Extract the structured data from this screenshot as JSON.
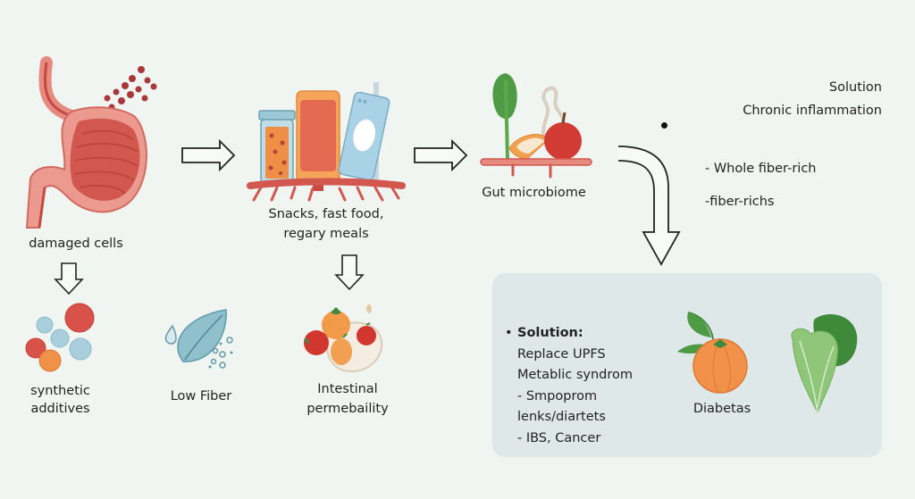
{
  "diagram": {
    "nodes": {
      "damaged_cells": {
        "label": "damaged cells",
        "icon": "stomach-icon"
      },
      "snacks": {
        "label_line1": "Snacks, fast food,",
        "label_line2": "regary meals",
        "icon": "processed-food-icon"
      },
      "gut_microbiome": {
        "label": "Gut microbiome",
        "icon": "fresh-food-icon"
      },
      "synthetic_additives": {
        "label_line1": "synthetic",
        "label_line2": "additives",
        "icon": "molecules-icon"
      },
      "low_fiber": {
        "label": "Low Fiber",
        "icon": "leaf-drop-icon"
      },
      "intestinal_permeability": {
        "label_line1": "Intestinal",
        "label_line2": "permebaility",
        "icon": "tomatoes-icon"
      }
    },
    "right_notes": {
      "solution": "Solution",
      "chronic_inflammation": "Chronic inflammation",
      "whole_fiber": "- Whole fiber-rich",
      "fiber_richs": "-fiber-richs"
    },
    "solution_panel": {
      "heading": "Solution:",
      "lines": [
        "Replace UPFS",
        "Metablic syndrom",
        "- Smpoprom",
        "lenks/diartets",
        "- IBS, Cancer"
      ],
      "fruit_label": "Diabetas",
      "icons": [
        "orange-icon",
        "lettuce-icon"
      ]
    },
    "colors": {
      "background": "#f1f5f1",
      "panel": "#dfe8e8",
      "stomach": "#d9605a",
      "accent_red": "#c93c36",
      "accent_orange": "#ef8e45",
      "accent_blue": "#9fcbd8",
      "leaf_green": "#4f9a45"
    }
  }
}
